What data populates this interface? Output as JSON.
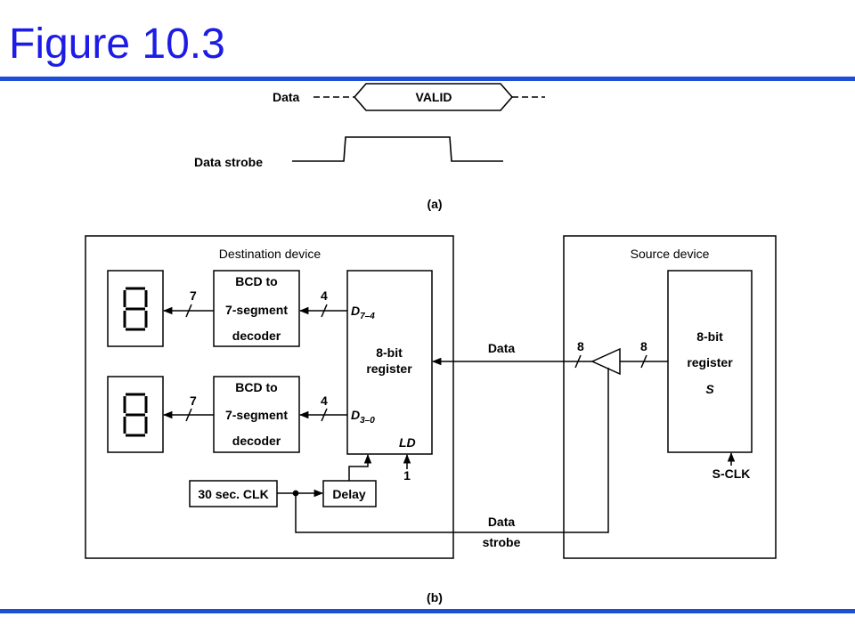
{
  "title": "Figure 10.3",
  "colors": {
    "title": "#1c1ce6",
    "rule": "#1c4fd6",
    "line": "#000000"
  },
  "timing": {
    "data_label": "Data",
    "valid_label": "VALID",
    "strobe_label": "Data strobe",
    "caption": "(a)"
  },
  "destination": {
    "title": "Destination device",
    "decoder_top": {
      "line1": "BCD to",
      "line2": "7-segment",
      "line3": "decoder"
    },
    "decoder_bottom": {
      "line1": "BCD to",
      "line2": "7-segment",
      "line3": "decoder"
    },
    "bus7_top": "7",
    "bus4_top": "4",
    "bus7_bottom": "7",
    "bus4_bottom": "4",
    "register": {
      "line1": "8-bit",
      "line2": "register"
    },
    "d_high_main": "D",
    "d_high_sub": "7–4",
    "d_low_main": "D",
    "d_low_sub": "3–0",
    "ld_label": "LD",
    "ld_value": "1",
    "clock_label": "30 sec. CLK",
    "delay_label": "Delay"
  },
  "source": {
    "title": "Source device",
    "register": {
      "line1": "8-bit",
      "line2": "register",
      "line3": "S"
    },
    "clk_label": "S-CLK",
    "bus_left": "8",
    "bus_right": "8"
  },
  "data_label": "Data",
  "strobe_line1": "Data",
  "strobe_line2": "strobe",
  "caption": "(b)"
}
